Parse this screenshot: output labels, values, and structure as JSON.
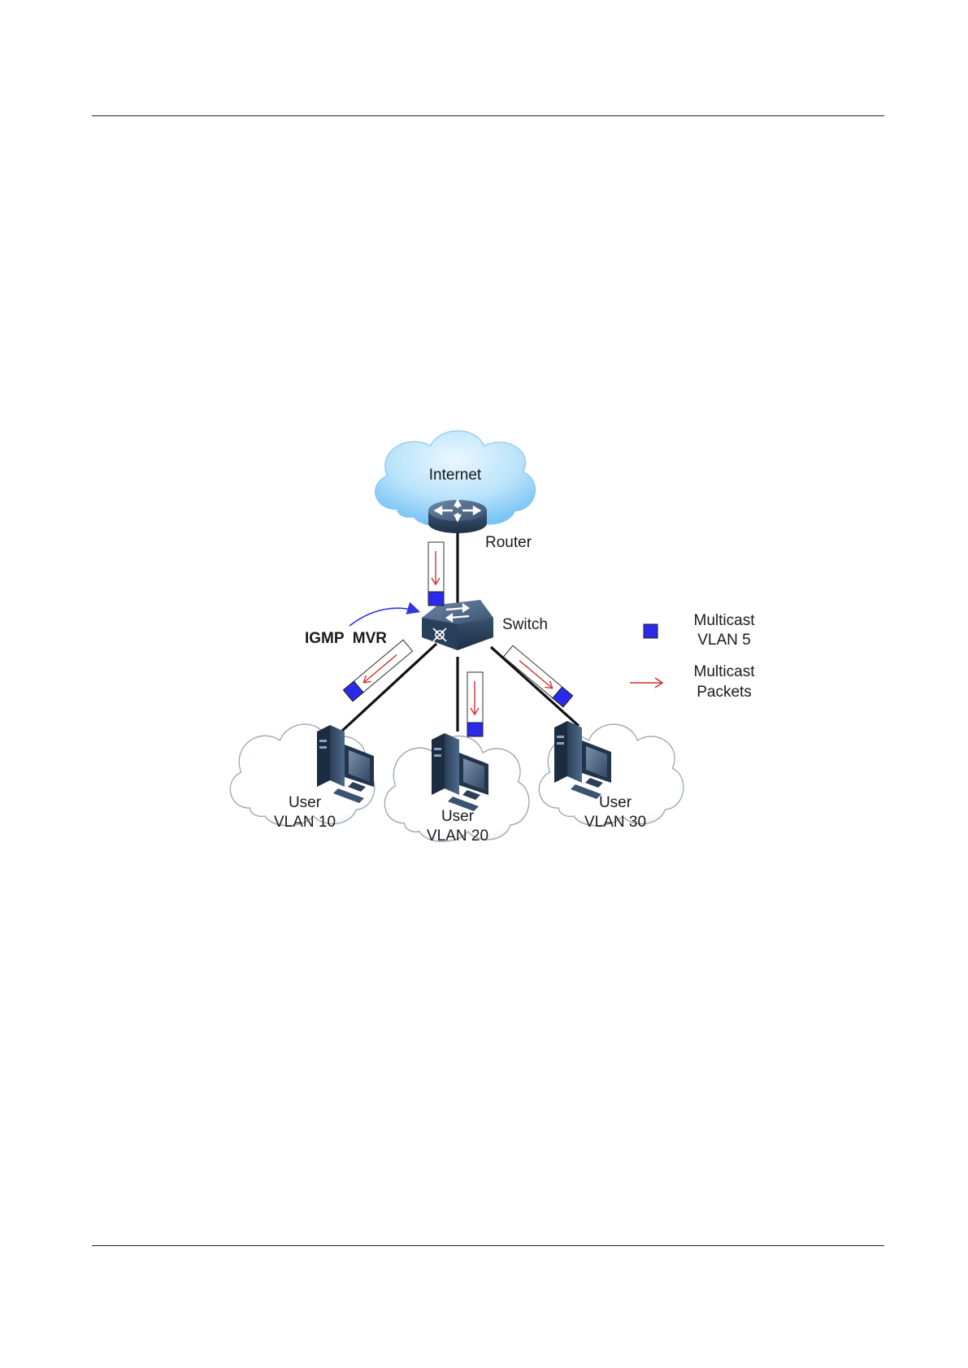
{
  "nodes": {
    "internet_label": "Internet",
    "router_label": "Router",
    "switch_label": "Switch",
    "mvr_label": "IGMP  MVR",
    "users": [
      {
        "line1": "User",
        "line2": "VLAN 10"
      },
      {
        "line1": "User",
        "line2": "VLAN 20"
      },
      {
        "line1": "User",
        "line2": "VLAN 30"
      }
    ]
  },
  "legend": {
    "vlan_line1": "Multicast",
    "vlan_line2": "VLAN 5",
    "packets_line1": "Multicast",
    "packets_line2": "Packets"
  },
  "colors": {
    "multicast_vlan": "#2a2ae8",
    "packet_arrow": "#d43030",
    "device": "#2e4560",
    "cloud_top": "#7fc8f6"
  },
  "icons": {
    "router": "router-icon",
    "switch": "switch-icon",
    "computer": "computer-icon",
    "cloud": "cloud-icon"
  }
}
